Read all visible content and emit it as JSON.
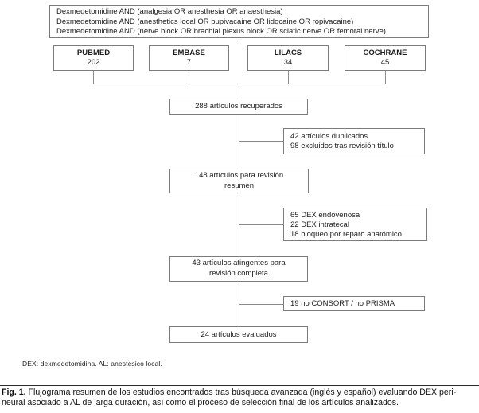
{
  "figure": {
    "search_box": {
      "lines": [
        "Dexmedetomidine AND (analgesia OR anesthesia OR anaesthesia)",
        "Dexmedetomidine AND (anesthetics local OR bupivacaine OR lidocaine OR ropivacaine)",
        "Dexmedetomidine AND (nerve block OR brachial plexus block OR sciatic nerve OR femoral nerve)"
      ]
    },
    "databases": [
      {
        "name": "PUBMED",
        "count": "202"
      },
      {
        "name": "EMBASE",
        "count": "7"
      },
      {
        "name": "LILACS",
        "count": "34"
      },
      {
        "name": "COCHRANE",
        "count": "45"
      }
    ],
    "flow": {
      "retrieved": "288 artículos recuperados",
      "title_review_line1": "148 artículos para revisión",
      "title_review_line2": "resumen",
      "full_review_line1": "43 artículos atingentes para",
      "full_review_line2": "revisión completa",
      "evaluated": "24 artículos evaluados"
    },
    "exclusions": {
      "dup_line1": "42 artículos duplicados",
      "dup_line2": "98 excluidos tras revisión título",
      "type_line1": "65 DEX endovenosa",
      "type_line2": "22 DEX intratecal",
      "type_line3": "18 bloqueo por reparo anatómico",
      "consort": "19 no CONSORT / no PRISMA"
    },
    "footnote": "DEX: dexmedetomidina. AL: anestésico local."
  },
  "caption": {
    "fig_label": "Fig. 1.",
    "line1_rest": " Flujograma resumen de los estudios encontrados tras búsqueda avanzada (inglés y español) evaluando DEX peri-",
    "line2": "neural asociado a AL de larga duración, así como el proceso de selección final de los artículos analizados."
  },
  "colors": {
    "box_border": "#7c7c7c",
    "connector": "#8a8a8a",
    "text": "#1d1d1d"
  }
}
